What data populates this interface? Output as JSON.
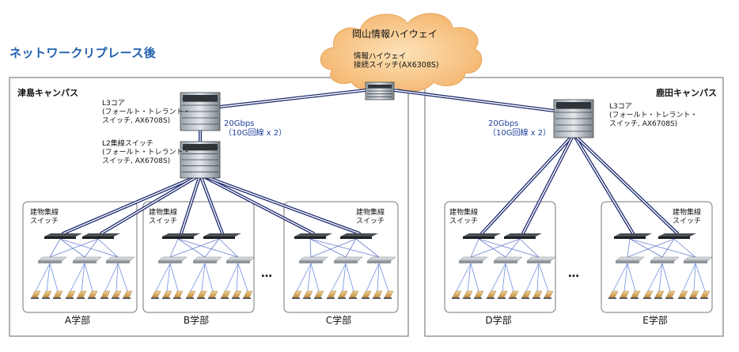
{
  "title": "ネットワークリプレース後",
  "cloud": {
    "title": "岡山情報ハイウェイ",
    "switch_label": "情報ハイウェイ\n接続スイッチ(AX6308S)"
  },
  "left_campus": {
    "name": "津島キャンパス",
    "core_label": "L3コア\n(フォールト・トレラント・\nスイッチ, AX6708S)",
    "agg_label": "L2集線スイッチ\n(フォールト・トレラント・\nスイッチ, AX6708S)",
    "link_label": "20Gbps\n（10G回線 x 2）",
    "faculties": [
      "A学部",
      "B学部",
      "C学部"
    ]
  },
  "right_campus": {
    "name": "鹿田キャンパス",
    "core_label": "L3コア\n(フォールト・トレラント・\nスイッチ, AX6708S)",
    "link_label": "20Gbps\n（10G回線 x 2）",
    "faculties": [
      "D学部",
      "E学部"
    ]
  },
  "building_switch_label": "建物集線\nスイッチ",
  "ellipsis": "…",
  "colors": {
    "title": "#1f5fae",
    "link_outer": "#1c2a6e",
    "link_inner": "#ffffff",
    "cloud_fill": "#f7c98e",
    "box_border": "#666666"
  }
}
